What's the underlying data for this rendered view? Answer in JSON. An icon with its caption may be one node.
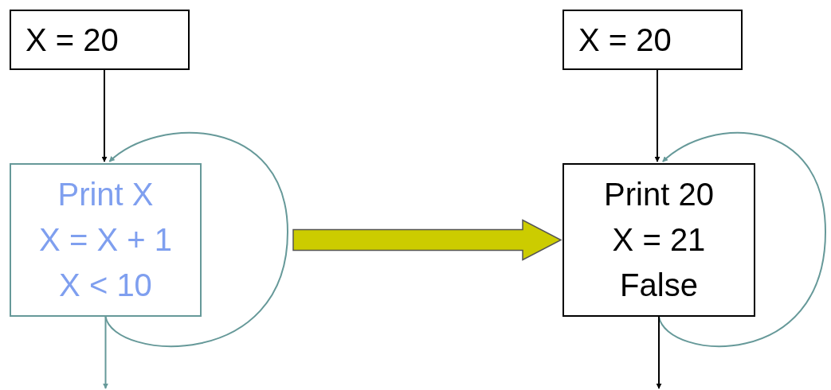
{
  "diagram": {
    "nodes": [
      {
        "text": [
          "X = 20"
        ]
      },
      {
        "text": [
          "Print X",
          "X = X + 1",
          "X < 10"
        ]
      },
      {
        "text": [
          "X = 20"
        ]
      },
      {
        "text": [
          "Print 20",
          "X = 21",
          "False"
        ]
      }
    ],
    "edges": [
      {
        "from": 0,
        "to": 1,
        "arrow": "to"
      },
      {
        "from": 1,
        "to": 1,
        "arrow": "to",
        "color": "#669999"
      },
      {
        "from": 1,
        "to": null,
        "arrow": "to",
        "color": "#669999"
      },
      {
        "from": 1,
        "to": 3,
        "arrow": "to",
        "style": "thick",
        "color": "#cccc00"
      },
      {
        "from": 2,
        "to": 3,
        "arrow": "to"
      },
      {
        "from": 3,
        "to": 3,
        "arrow": "to",
        "color": "#669999"
      },
      {
        "from": 3,
        "to": null,
        "arrow": "to"
      }
    ]
  }
}
